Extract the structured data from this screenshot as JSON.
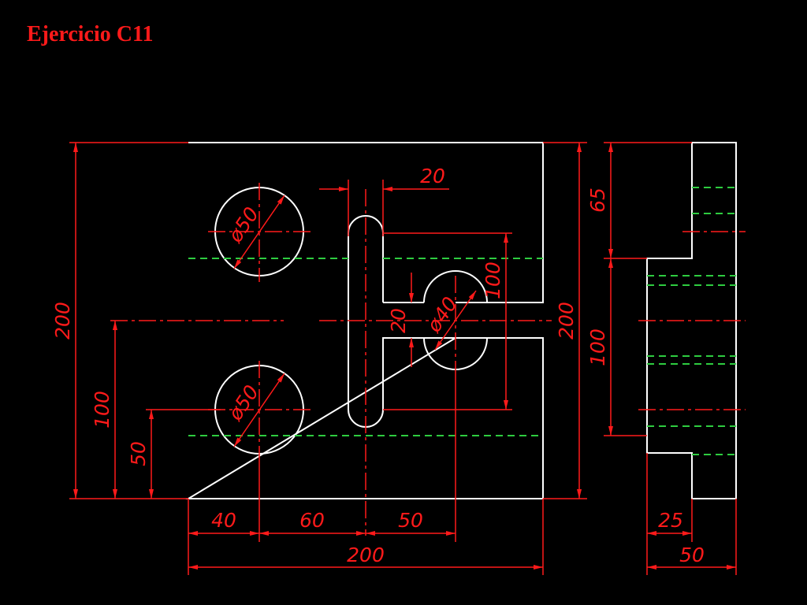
{
  "title": "Ejercicio C11",
  "dimensions": {
    "overall_height_left": "200",
    "overall_height_right": "200",
    "height_100": "100",
    "height_50": "50",
    "width_40": "40",
    "width_60": "60",
    "width_50": "50",
    "width_200": "200",
    "slot_width_20": "20",
    "hole_upper": "ø50",
    "hole_lower": "ø50",
    "hole_middle": "ø40",
    "slot_gap_20": "20",
    "slot_length_100": "100",
    "side_65": "65",
    "side_100": "100",
    "side_25": "25",
    "side_50": "50"
  }
}
